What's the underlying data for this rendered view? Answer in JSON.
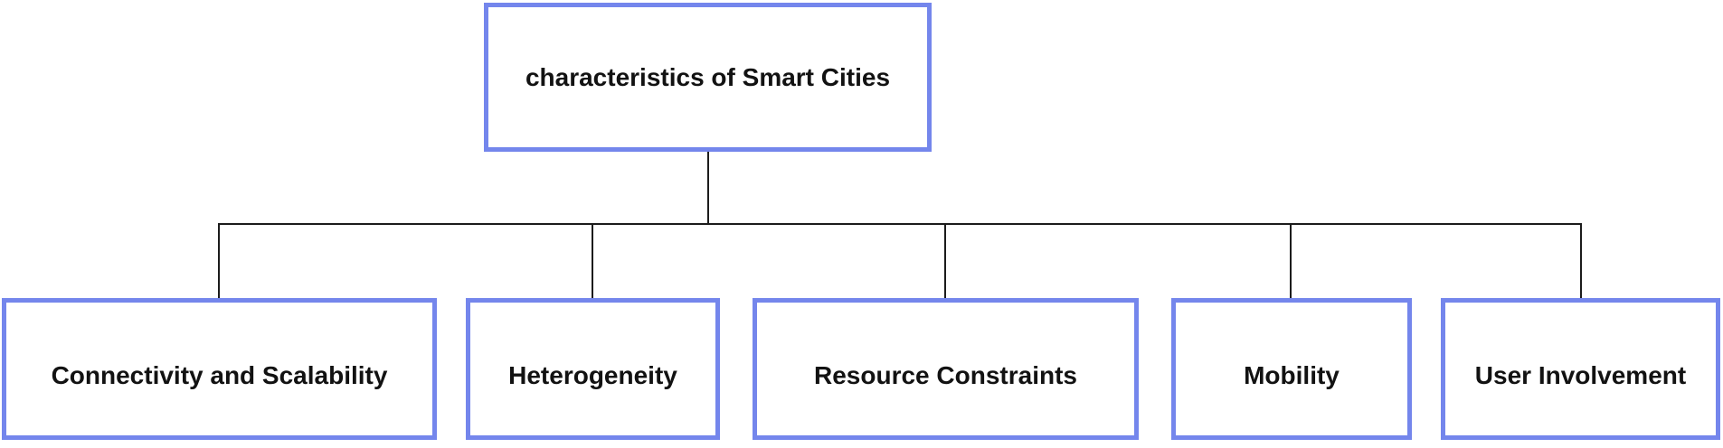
{
  "diagram": {
    "title": "characteristics of Smart Cities",
    "root": {
      "label": "characteristics of Smart Cities"
    },
    "children": [
      {
        "label": "Connectivity and Scalability"
      },
      {
        "label": "Heterogeneity"
      },
      {
        "label": "Resource Constraints"
      },
      {
        "label": "Mobility"
      },
      {
        "label": "User Involvement"
      }
    ],
    "colors": {
      "box_border": "#7486ec",
      "box_fill": "#ffffff",
      "connector": "#1c1c1c",
      "text": "#121212"
    }
  }
}
